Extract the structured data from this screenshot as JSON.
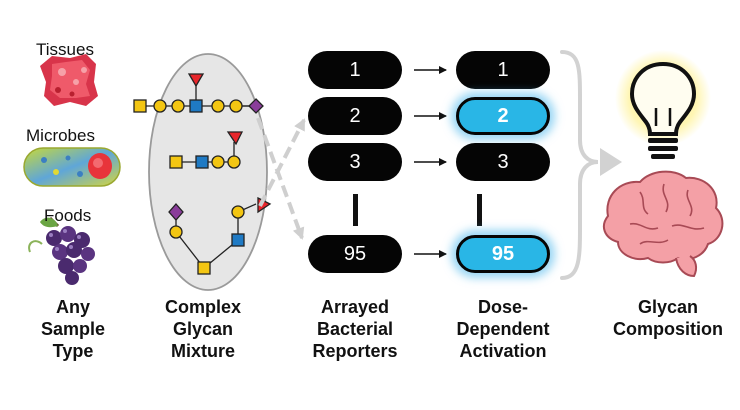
{
  "samples": [
    {
      "label": "Tissues"
    },
    {
      "label": "Microbes"
    },
    {
      "label": "Foods"
    }
  ],
  "reporters": [
    "1",
    "2",
    "3",
    "95"
  ],
  "activation": [
    {
      "label": "1",
      "active": false
    },
    {
      "label": "2",
      "active": true
    },
    {
      "label": "3",
      "active": false
    },
    {
      "label": "95",
      "active": true
    }
  ],
  "captions": {
    "samples": [
      "Any",
      "Sample",
      "Type"
    ],
    "mixture": [
      "Complex",
      "Glycan",
      "Mixture"
    ],
    "reporters": [
      "Arrayed",
      "Bacterial",
      "Reporters"
    ],
    "activation": [
      "Dose-",
      "Dependent",
      "Activation"
    ],
    "composition": [
      "Glycan",
      "Composition"
    ]
  },
  "icons": {
    "tissue": "tissue-sample-icon",
    "microbe": "microbe-icon",
    "grapes": "grapes-icon",
    "bulb": "lightbulb-icon",
    "brain": "brain-icon"
  },
  "colors": {
    "pill": "#050505",
    "pill_active": "#29b6e6",
    "glycan_square": "#f3c613",
    "glycan_circle": "#f3c613",
    "glycan_blue": "#1f7ac4",
    "glycan_diamond": "#8a3d9a",
    "glycan_fucose": "#e8262b",
    "bulb_glow": "#fff3a0",
    "brain": "#f4a0a6"
  }
}
